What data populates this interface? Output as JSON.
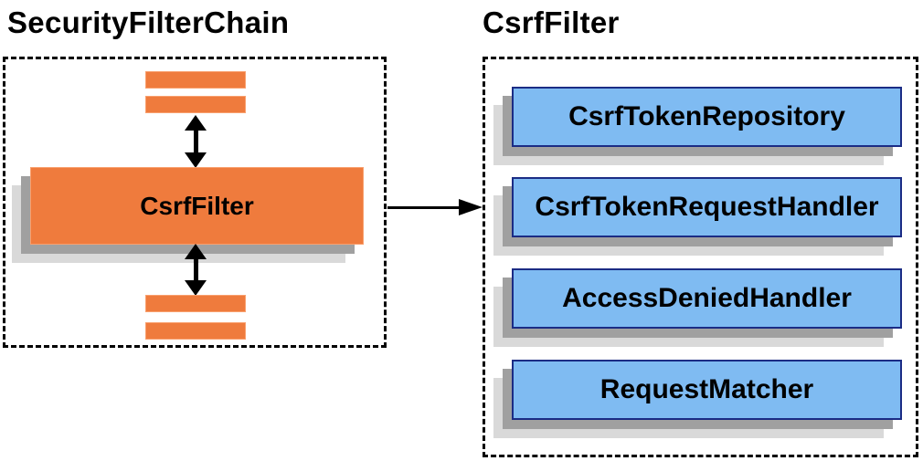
{
  "left_panel": {
    "title": "SecurityFilterChain",
    "filter_node_label": "CsrfFilter"
  },
  "right_panel": {
    "title": "CsrfFilter",
    "components": [
      "CsrfTokenRepository",
      "CsrfTokenRequestHandler",
      "AccessDeniedHandler",
      "RequestMatcher"
    ]
  },
  "icons": {
    "bidirectional_arrow": "up-down-arrow-icon",
    "dependency_arrow": "right-arrow-icon"
  },
  "theme": {
    "orange": "#EF7B3D",
    "orange_border": "#F9A06E",
    "blue": "#7FBBF2",
    "blue_border": "#1B2C85",
    "shadow_dark": "#A0A0A0",
    "shadow_light": "#D9D9D9",
    "line": "#000000"
  }
}
